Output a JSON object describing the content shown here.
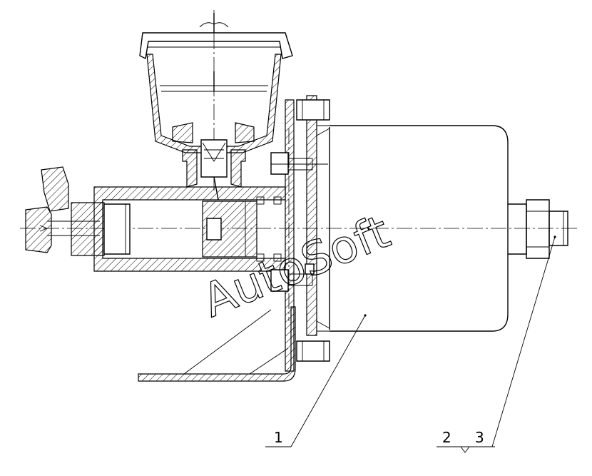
{
  "callouts": [
    {
      "id": "1",
      "label": "1"
    },
    {
      "id": "2",
      "label": "2"
    },
    {
      "id": "3",
      "label": "3"
    }
  ],
  "watermark": "AutoSoft",
  "colors": {
    "line": "#000000",
    "background": "#ffffff"
  }
}
